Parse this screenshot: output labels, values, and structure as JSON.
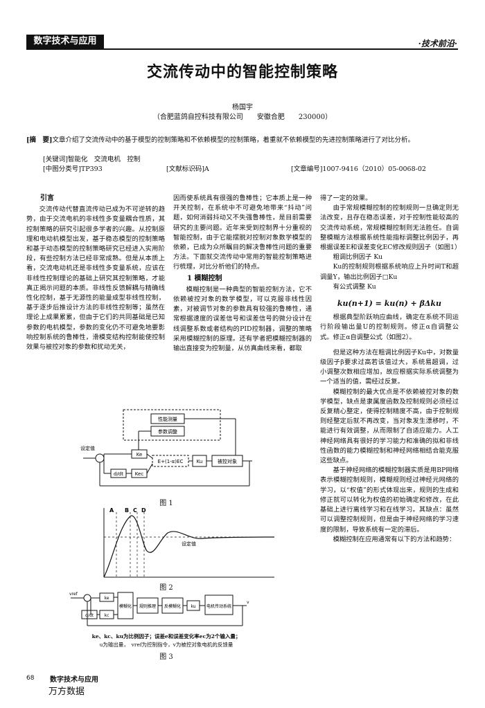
{
  "header": {
    "section": "数字技术与应用",
    "column": "·技术前沿·"
  },
  "title": "交流传动中的智能控制策略",
  "author": "杨国宇",
  "affiliation": "（合肥蓝鸽自控科技有限公司　　安徽合肥　　230000）",
  "abstract_label": "[摘　要]",
  "abstract": "文章介绍了交流传动中的基于模型的控制策略和不依赖模型的控制策略，着重就不依赖模型的先进控制策略进行了对比分析。",
  "keywords": "[关键词]智能化　交流电机　控制",
  "clc": "[中图分类号]TP393",
  "doc_code": "[文献标识码]A",
  "article_no": "[文章编号]1007-9416（2010）05-0068-02",
  "col1": {
    "heading": "引言",
    "paragraphs": [
      "交流传动代替直流传动已成为不可逆转的趋势，由于交流电机的非线性多变量耦合性质，其控制策略的研究引起很多学者的兴趣。从控制原理和电动机模型出发，基于稳态模型的控制策略和基于动态模型的控制策略研究已经进入实用阶段，有些控制方法已经非常成熟。但是从本质上看，交流电动机还是非线性多变量系统，应该在非线性控制理论的基础上研究其控制策略，才能真正揭示问题的本质。非线性反馈解耦与精确线性化控制，基于无源性的能量成型非线性控制，基于逐步后推设计方法的非线性控制等；虽然在理论上成果累累，但由于它们的共同基础是已知参数的电机模型，参数的变化仍不可避免地要影响控制系统的鲁棒性，滑模变结构控制能使控制效果与被控对象的参数和扰动无关，"
    ]
  },
  "col2": {
    "intro": "因而使系统具有很强的鲁棒性；它本质上是一种开关控制，在系统中不可避免地带来“抖动”问题，如何消弱抖动又不失强鲁棒性，是目前需要研究的主要问题。近年来受到控制界十分重视的智能控制，由于它能摆脱对控制对象数学模型的依赖，已成为众所瞩目的解决鲁棒性问题的重要方法。下面就交流传动中常用的智能控制策略进行梳理，对比分析他们的特点。",
    "section": "1 模糊控制",
    "paragraph": "模糊控制是一种典型的智能控制方法，它不依赖被控对象的数学模型，可以克服非线性因素，对被调节对象的参数具有较强的鲁棒性，通常根据速度的误差信号和误差信号的微分设计在线调整系数或者结构的PID控制器，调整的策略采用模糊控制的原理。还有学者把模糊控制器的输出直接变为控制量，从仿真曲线来看，都取"
  },
  "col3": {
    "p1": "得了一定的效果。",
    "p2": "由于常规模糊控制的控制规则一旦确定则无法改变，且存在稳态误差，对于控制性能较高的交流传动系统，常规模糊控制则无法胜任。自调整模糊方法根据系统性能指标调整比例因子，再根据误差E和误差变化EC修改规则因子（如图1）",
    "p3": "粗调比例因子 Ku",
    "p4": "Ku的控制规则根据系统响应上升时间T和超调量Y，输出比例因子□Ku",
    "p5": "有公式调整 Ku",
    "formula": "ku(n+1) = ku(n) + βΔku",
    "p6": "根据典型阶跃响应曲线，确定在系统不同运行阶段输出量U的控制规则。修正α自调整公式。修正α自调整公式（如图2）。",
    "p7": "但是这种方法在粗调比例因子Ku中，对数量级因子β要求过高若该值过大，系统易超调，过小调整次数相应增加，故应根据实际系统调整为一个适当的值，需经过反复。",
    "p8": "模糊控制的最大优点是不依赖被控对象的数学模型，缺点是隶属度函数及控制规则必须经过反复精心整定，使得控制精度不高，由于控制规则经整定后就不再改变，当对象发生漂移时，不能进行有效调整，从而限制了自适应能力。人工神经网络具有很好的学习能力和准确的拟和非线性函数的能力模糊控制和神经网络相结合能克服这些缺点。",
    "p9": "基于神经网络的模糊控制器实质是用BP网络表示模糊控制规则，模糊规则经过神经元网络的学习，以“权值”的形式体现出来，规则的生成和修正就可以转化为权值的初始确定和修改，在此基础上进行离线学习和在线学习。其缺点：虽然可以调整控制规则，但是由于神经网络的学习速度的限制，导致系统有一定的滞后。",
    "p10": "模糊控制在应用通常有以下的方法和趋势："
  },
  "fig1": {
    "caption": "图 1",
    "labels": {
      "perf": "性能测量",
      "param": "参数调整",
      "setpoint": "设定值",
      "ke": "Ke",
      "kec": "Kec",
      "ddt": "d/dt",
      "fuzzy": "E+(1-α)EC",
      "ku": "Ku",
      "plant": "被控对象"
    }
  },
  "fig2": {
    "caption": "图 2",
    "labels": {
      "a": "A",
      "b": "B",
      "c": "C",
      "d": "D",
      "setpoint": "设定值"
    }
  },
  "fig3": {
    "caption": "图 3",
    "labels": {
      "vref": "vref",
      "ke": "ke",
      "fuzz": "模糊化",
      "rule": "规则推理",
      "defuzz": "反模糊化",
      "ku": "ku",
      "motor": "电机传动系统",
      "ddt": "d/dt",
      "kc": "kc",
      "v": "v"
    },
    "note1": "ke、kc、ku为比例因子；误差e和误差变化率ec为2个输入量；",
    "note2": "u为输出量，　vref为控制指令，v为被控对象电机的反馈量"
  },
  "footer": {
    "page": "68",
    "journal": "数字技术与应用",
    "watermark": "万方数据"
  }
}
